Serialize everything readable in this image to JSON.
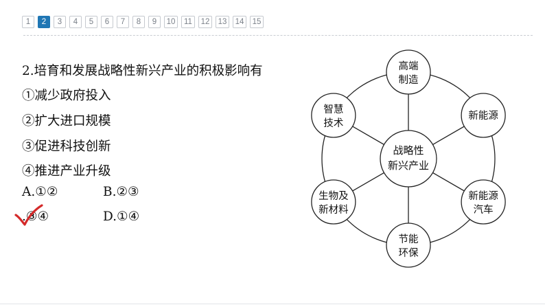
{
  "pager": {
    "pages": [
      "1",
      "2",
      "3",
      "4",
      "5",
      "6",
      "7",
      "8",
      "9",
      "10",
      "11",
      "12",
      "13",
      "14",
      "15"
    ],
    "active": "2"
  },
  "question": {
    "stem": "2.培育和发展战略性新兴产业的积极影响有",
    "statements": [
      "①减少政府投入",
      "②扩大进口规模",
      "③促进科技创新",
      "④推进产业升级"
    ],
    "choices": {
      "a": "A.①②",
      "b": "B.②③",
      "c": ".③④",
      "d": "D.①④"
    },
    "marked_choice": "C"
  },
  "diagram": {
    "center": [
      "战略性",
      "新兴产业"
    ],
    "nodes": [
      {
        "lines": [
          "高端",
          "制造"
        ]
      },
      {
        "lines": [
          "新能源"
        ]
      },
      {
        "lines": [
          "新能源",
          "汽车"
        ]
      },
      {
        "lines": [
          "节能",
          "环保"
        ]
      },
      {
        "lines": [
          "生物及",
          "新材料"
        ]
      },
      {
        "lines": [
          "智慧",
          "技术"
        ]
      }
    ]
  },
  "colors": {
    "accent": "#1f76b4",
    "check": "#d42a2a"
  }
}
